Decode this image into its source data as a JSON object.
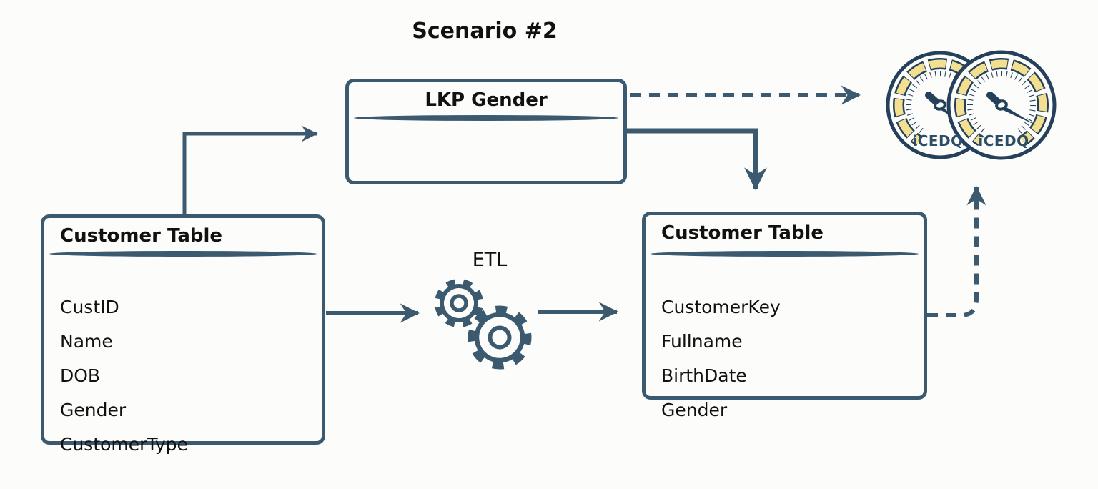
{
  "title": "Scenario #2",
  "colors": {
    "background": "#fcfcfa",
    "ink": "#111111",
    "line": "#3b5a70",
    "gauge_navy": "#24405a",
    "gauge_yellow": "#f2e090",
    "brand_text": "#2b4d68"
  },
  "lookup_table": {
    "title": "LKP Gender",
    "fields": []
  },
  "source_table": {
    "title": "Customer Table",
    "fields": [
      "CustID",
      "Name",
      "DOB",
      "Gender",
      "CustomerType"
    ]
  },
  "target_table": {
    "title": "Customer Table",
    "fields": [
      "CustomerKey",
      "Fullname",
      "BirthDate",
      "Gender"
    ]
  },
  "etl": {
    "label": "ETL"
  },
  "gauges": {
    "brand": "iCEDQ",
    "count": 2
  },
  "connections": [
    {
      "from": "source_table",
      "to": "lookup_table",
      "style": "solid"
    },
    {
      "from": "source_table",
      "to": "etl",
      "style": "solid"
    },
    {
      "from": "etl",
      "to": "target_table",
      "style": "solid"
    },
    {
      "from": "lookup_table",
      "to": "target_table",
      "style": "solid"
    },
    {
      "from": "lookup_table",
      "to": "gauges",
      "style": "dashed"
    },
    {
      "from": "target_table",
      "to": "gauges",
      "style": "dashed"
    }
  ]
}
